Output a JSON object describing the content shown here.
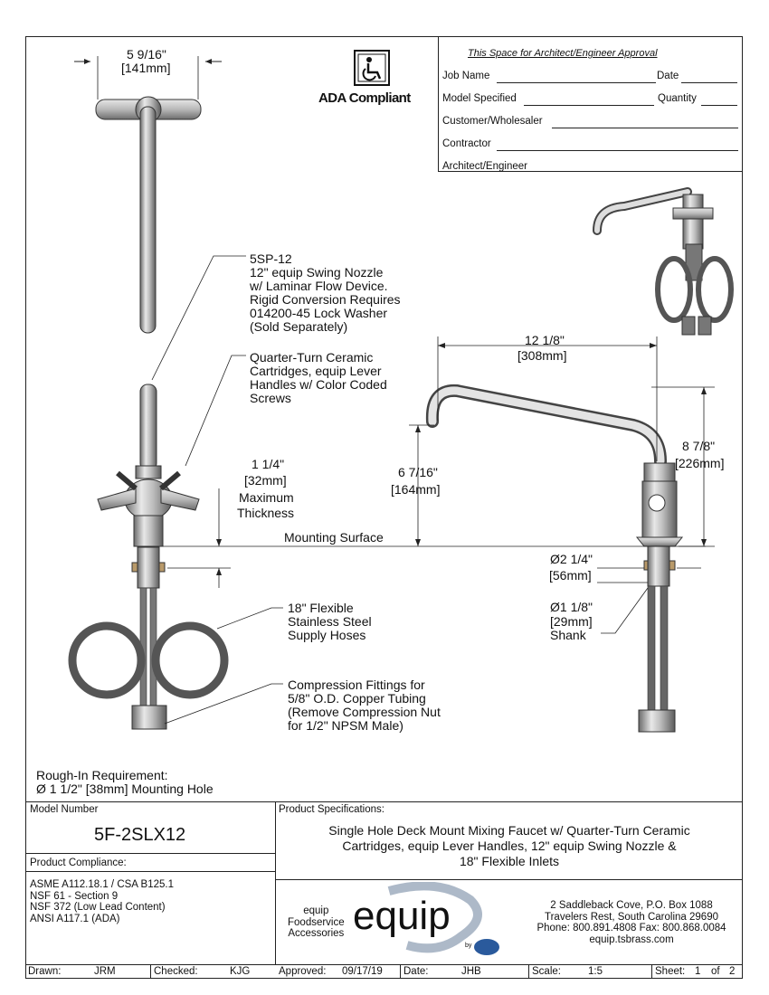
{
  "dims": {
    "width_in": "5 9/16\"",
    "width_mm": "[141mm]",
    "spread_in": "12 1/8\"",
    "spread_mm": "[308mm]",
    "height_in": "8 7/8\"",
    "height_mm": "[226mm]",
    "spout_in": "6 7/16\"",
    "spout_mm": "[164mm]",
    "thick_in": "1 1/4\"",
    "thick_mm": "[32mm]",
    "thick_l1": "Maximum",
    "thick_l2": "Thickness",
    "mounting": "Mounting Surface",
    "base_in": "Ø2 1/4\"",
    "base_mm": "[56mm]",
    "shank_in": "Ø1 1/8\"",
    "shank_mm": "[29mm]",
    "shank_label": "Shank"
  },
  "approval": {
    "title": "This Space for Architect/Engineer Approval",
    "job": "Job Name",
    "date": "Date",
    "model": "Model Specified",
    "quantity": "Quantity",
    "customer": "Customer/Wholesaler",
    "contractor": "Contractor",
    "architect": "Architect/Engineer"
  },
  "ada": "ADA Compliant",
  "callouts": {
    "nozzle": [
      "5SP-12",
      "12\" equip Swing Nozzle",
      "w/ Laminar Flow Device.",
      "Rigid Conversion Requires",
      "014200-45 Lock Washer",
      "(Sold Separately)"
    ],
    "cartridge": [
      "Quarter-Turn Ceramic",
      "Cartridges, equip Lever",
      "Handles w/ Color Coded",
      "Screws"
    ],
    "hoses": [
      "18\" Flexible",
      "Stainless Steel",
      "Supply Hoses"
    ],
    "fittings": [
      "Compression Fittings for",
      "5/8\" O.D. Copper Tubing",
      "(Remove Compression Nut",
      "for 1/2\" NPSM Male)"
    ]
  },
  "roughin": [
    "Rough-In Requirement:",
    "Ø 1 1/2\" [38mm] Mounting Hole"
  ],
  "model": {
    "label": "Model Number",
    "value": "5F-2SLX12"
  },
  "compliance": {
    "label": "Product Compliance:",
    "items": [
      "ASME A112.18.1 / CSA B125.1",
      "NSF 61 - Section 9",
      "NSF 372 (Low Lead Content)",
      "ANSI A117.1 (ADA)"
    ]
  },
  "specs": {
    "label": "Product Specifications:",
    "lines": [
      "Single Hole Deck Mount Mixing Faucet w/ Quarter-Turn Ceramic",
      "Cartridges, equip Lever Handles, 12\" equip Swing Nozzle &",
      "18\" Flexible Inlets"
    ]
  },
  "brand": {
    "tag": [
      "equip",
      "Foodservice",
      "Accessories"
    ],
    "logo": "equip",
    "by": "by",
    "address": [
      "2 Saddleback Cove, P.O. Box 1088",
      "Travelers Rest, South Carolina 29690",
      "Phone: 800.891.4808  Fax: 800.868.0084",
      "equip.tsbrass.com"
    ]
  },
  "footer": {
    "drawn_label": "Drawn:",
    "drawn": "JRM",
    "checked_label": "Checked:",
    "checked": "KJG",
    "approved_label": "Approved:",
    "approved": "09/17/19",
    "date_label": "Date:",
    "date": "JHB",
    "scale_label": "Scale:",
    "scale": "1:5",
    "sheet_label": "Sheet:",
    "sheet": "1",
    "of": "of",
    "sheets": "2"
  }
}
